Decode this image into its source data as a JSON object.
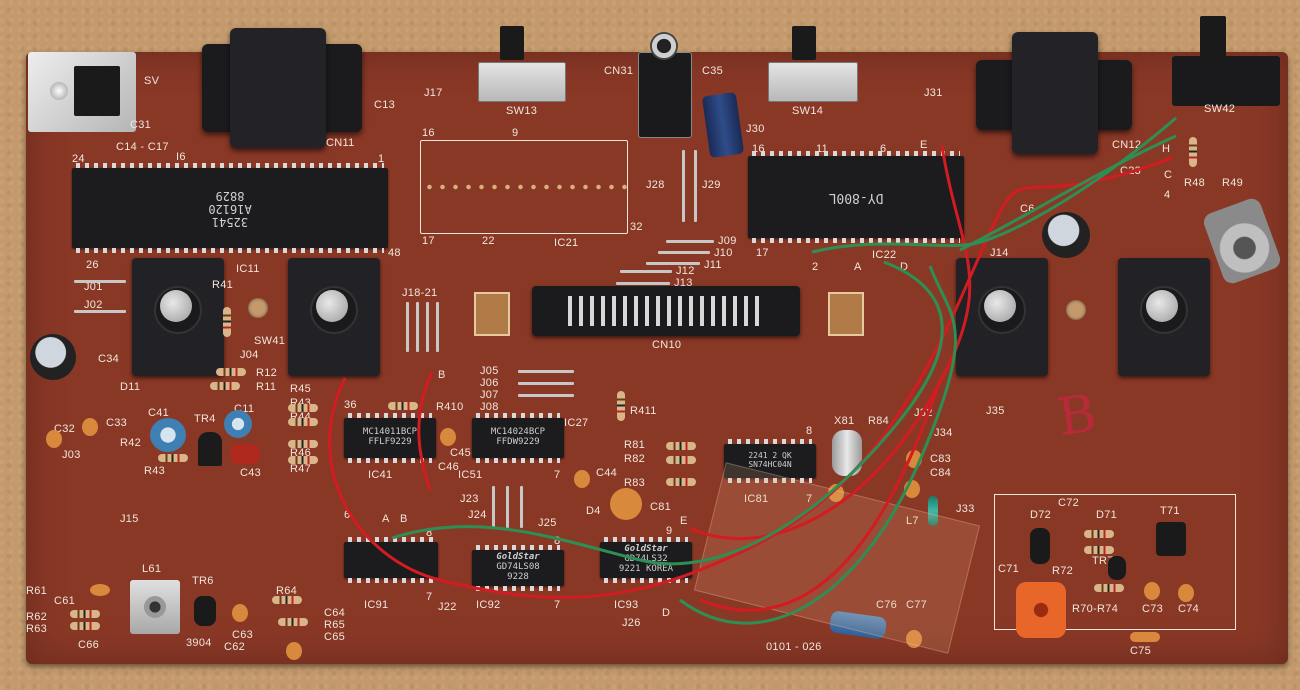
{
  "board": {
    "ics": {
      "ic11": {
        "ref": "IC11",
        "marking": [
          "32541",
          "A16120",
          "8829"
        ]
      },
      "ic21": {
        "ref": "IC21"
      },
      "ic22": {
        "ref": "IC22",
        "marking": [
          "DY-800L"
        ]
      },
      "ic41": {
        "ref": "IC41",
        "marking": [
          "MC14011BCP",
          "FFLF9229"
        ]
      },
      "ic51": {
        "ref": "IC51",
        "marking": [
          "MC14024BCP",
          "FFDW9229"
        ]
      },
      "ic81": {
        "ref": "IC81",
        "marking": [
          "2241 2 QK",
          "SN74HC04N"
        ]
      },
      "ic91": {
        "ref": "IC91"
      },
      "ic92": {
        "ref": "IC92",
        "marking": [
          "GoldStar",
          "GD74LS08",
          "9228"
        ]
      },
      "ic93": {
        "ref": "IC93",
        "marking": [
          "GoldStar",
          "GD74LS32",
          "9221 KOREA"
        ]
      }
    },
    "pin_numbers": {
      "ic11_top_left": "24",
      "ic11_top_right": "1",
      "ic11_bottom_left": "26",
      "ic11_bottom_right": "48",
      "ic21_top_left": "16",
      "ic21_top_mid": "9",
      "ic21_bottom_left": "17",
      "ic21_bottom_mid": "22",
      "ic21_bottom_right": "32",
      "ic22_top_left": "16",
      "ic22_top_mid": "11",
      "ic22_top_right": "6",
      "ic22_top_end": "E",
      "ic22_bottom_left": "17",
      "ic22_bottom_a": "2",
      "ic22_bottom_b": "A",
      "ic22_bottom_c": "D",
      "ic41_top": "36",
      "ic51_right": "IC27",
      "ic51_bottom": "7",
      "ic81_top": "8",
      "ic81_bottom": "7",
      "ic91_top_left": "6",
      "ic91_a": "A",
      "ic91_b": "B",
      "ic91_8": "8",
      "ic91_7": "7",
      "ic92_8": "8",
      "ic92_7": "7",
      "ic93_9": "9",
      "ic93_d": "D",
      "ic93_e": "E",
      "ic41_b": "B"
    },
    "connectors": {
      "cn11": "CN11",
      "cn12": "CN12",
      "cn10": "CN10",
      "cn31": "CN31"
    },
    "switches": {
      "sw13": "SW13",
      "sw14": "SW14",
      "sw41": "SW41",
      "sw42": "SW42"
    },
    "labels": {
      "sv": "SV",
      "c31": "C31",
      "c13": "C13",
      "c14_17": "C14 - C17",
      "ic_l6": "I6",
      "j17": "J17",
      "j31": "J31",
      "j30": "J30",
      "c35": "C35",
      "j28": "J28",
      "j29": "J29",
      "j09": "J09",
      "j10": "J10",
      "j11": "J11",
      "j12": "J12",
      "j13": "J13",
      "j18_21": "J18-21",
      "j01": "J01",
      "j02": "J02",
      "r41": "R41",
      "c34": "C34",
      "d11": "D11",
      "c32": "C32",
      "c33": "C33",
      "j03": "J03",
      "r42": "R42",
      "c41": "C41",
      "tr4": "TR4",
      "c11": "C11",
      "r43": "R43",
      "c43": "C43",
      "j04": "J04",
      "r12": "R12",
      "r11": "R11",
      "r45": "R45",
      "r43b": "R43",
      "r44": "R44",
      "r46": "R46",
      "r47": "R47",
      "r410": "R410",
      "c45": "C45",
      "c46": "C46",
      "j05": "J05",
      "j06": "J06",
      "j07": "J07",
      "j08": "J08",
      "r411": "R411",
      "r81": "R81",
      "r82": "R82",
      "r83": "R83",
      "c44": "C44",
      "d4": "D4",
      "c81": "C81",
      "j23": "J23",
      "j24": "J24",
      "j25": "J25",
      "j26": "J26",
      "j22": "J22",
      "j15": "J15",
      "x81": "X81",
      "r84": "R84",
      "j32": "J32",
      "j34": "J34",
      "j35": "J35",
      "c83": "C83",
      "c84": "C84",
      "l7": "L7",
      "j33": "J33",
      "r48": "R48",
      "r49": "R49",
      "c23": "C23",
      "c_4": "4",
      "c_c": "C",
      "c_h": "H",
      "c6": "C6",
      "j14": "J14",
      "d72": "D72",
      "c72": "C72",
      "d71": "D71",
      "t71": "T71",
      "c71": "C71",
      "r72": "R72",
      "tr71": "TR71",
      "r70_74": "R70-R74",
      "c73": "C73",
      "c74": "C74",
      "c75": "C75",
      "l61": "L61",
      "tr6": "TR6",
      "r61": "R61",
      "c61": "C61",
      "r62": "R62",
      "r63": "R63",
      "c66": "C66",
      "c3904": "3904",
      "c63": "C63",
      "c62": "C62",
      "r64": "R64",
      "c64": "C64",
      "r65": "R65",
      "c65": "C65",
      "c76": "C76",
      "c77": "C77",
      "part_no": "0101 - 026",
      "handwritten": "B"
    }
  },
  "colors": {
    "board": "#8a3826",
    "silkscreen": "#f0e6dc",
    "chip": "#1c1b1d",
    "wire_red": "#d21c22",
    "wire_green": "#2e8f55",
    "backdrop": "#c49a6c"
  }
}
